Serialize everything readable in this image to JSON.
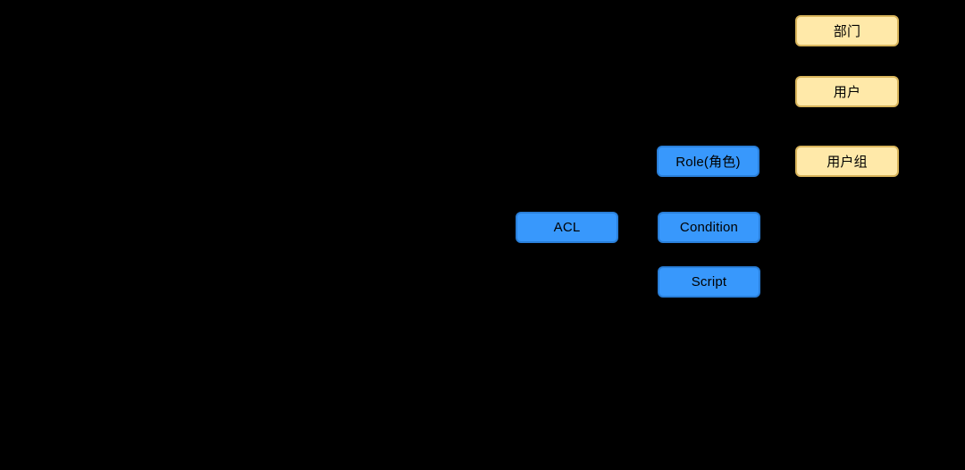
{
  "canvas": {
    "background_color": "#000000"
  },
  "diagram": {
    "type": "org-permission-model",
    "colors": {
      "yellow_fill": "#FFE9A9",
      "yellow_border": "#D9B55C",
      "blue_fill": "#3898FC",
      "blue_border": "#2A7FD9",
      "text": "#000000"
    },
    "nodes": [
      {
        "id": "department",
        "label": "部门",
        "group": "org",
        "fill": "#FFE9A9"
      },
      {
        "id": "user",
        "label": "用户",
        "group": "org",
        "fill": "#FFE9A9"
      },
      {
        "id": "user-group",
        "label": "用户组",
        "group": "org",
        "fill": "#FFE9A9"
      },
      {
        "id": "role",
        "label": "Role(角色)",
        "group": "permission",
        "fill": "#3898FC"
      },
      {
        "id": "acl",
        "label": "ACL",
        "group": "permission",
        "fill": "#3898FC"
      },
      {
        "id": "condition",
        "label": "Condition",
        "group": "permission",
        "fill": "#3898FC"
      },
      {
        "id": "script",
        "label": "Script",
        "group": "permission",
        "fill": "#3898FC"
      }
    ]
  }
}
